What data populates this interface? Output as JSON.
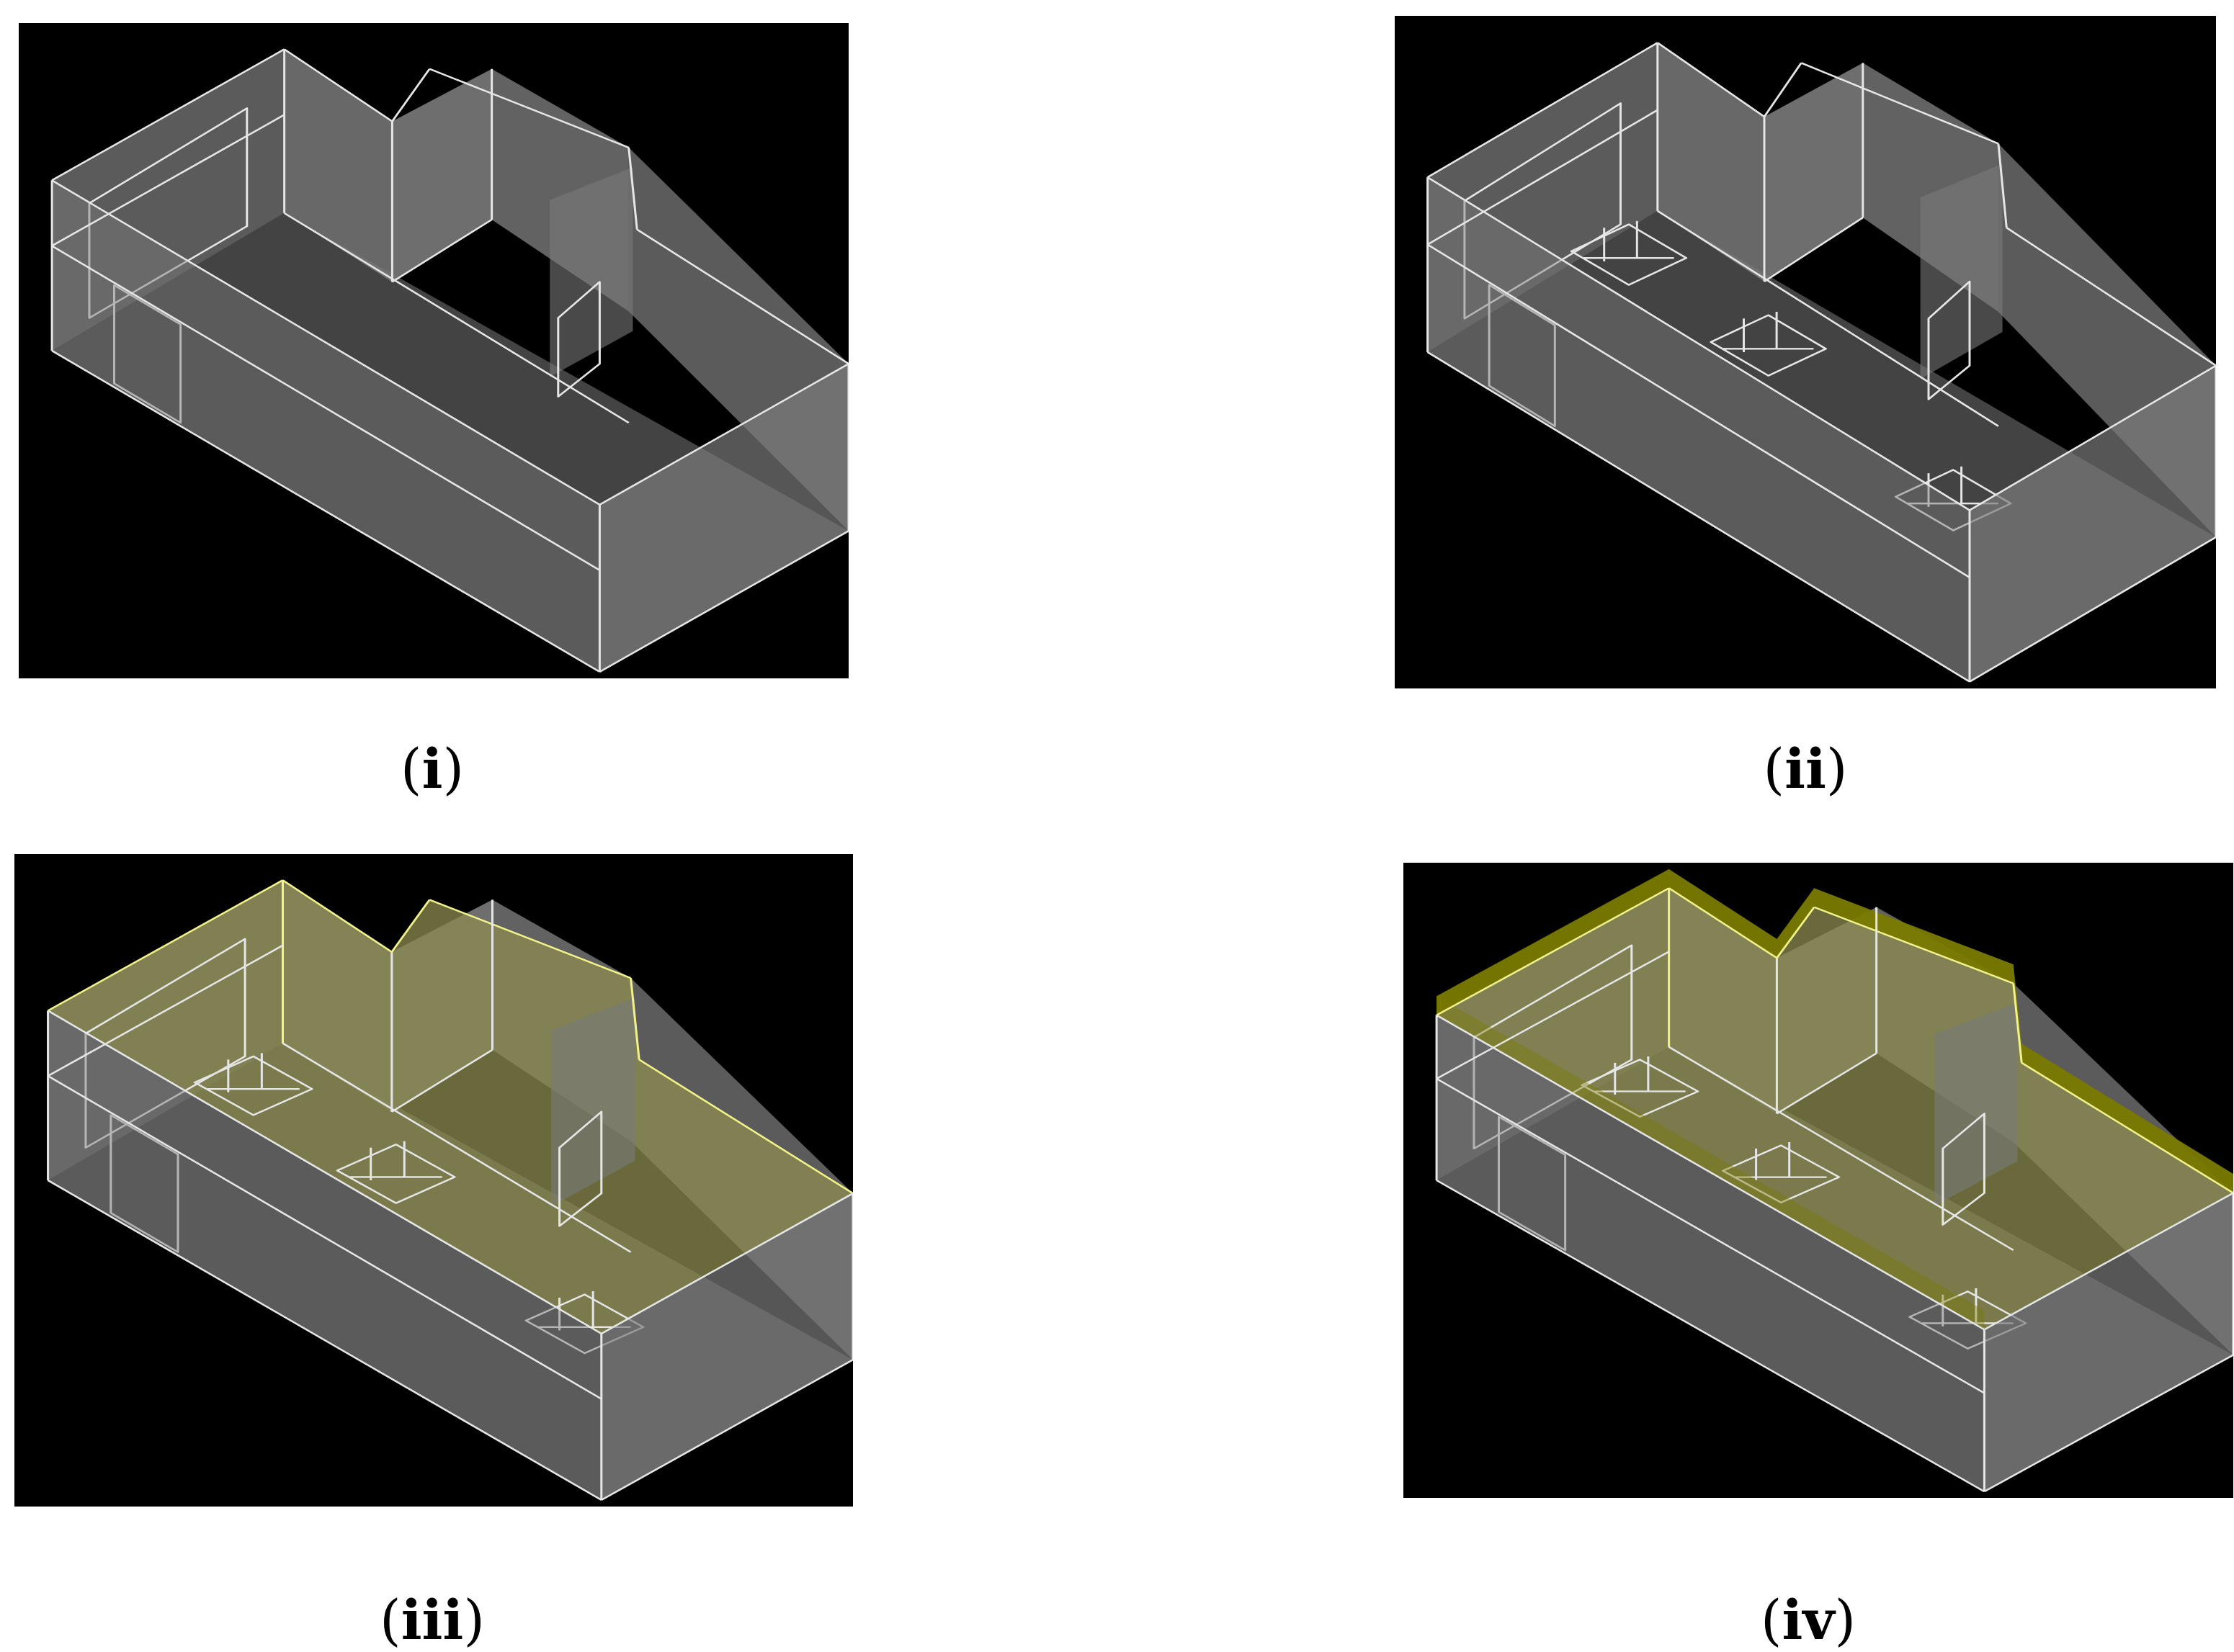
{
  "panels": [
    {
      "caption": "i",
      "desks": false,
      "ceiling": false,
      "slab": false
    },
    {
      "caption": "ii",
      "desks": true,
      "ceiling": false,
      "slab": false
    },
    {
      "caption": "iii",
      "desks": true,
      "ceiling": true,
      "slab": false
    },
    {
      "caption": "iv",
      "desks": true,
      "ceiling": true,
      "slab": true
    }
  ],
  "colors": {
    "background": "#000000",
    "wall": "#7a7a7a",
    "edge": "#e6e6e6",
    "window": "#2e6f6f",
    "door": "#6e2a2a",
    "desk": "#39c22e",
    "ceiling": "#8c8c50",
    "slab": "#7a7a00"
  }
}
